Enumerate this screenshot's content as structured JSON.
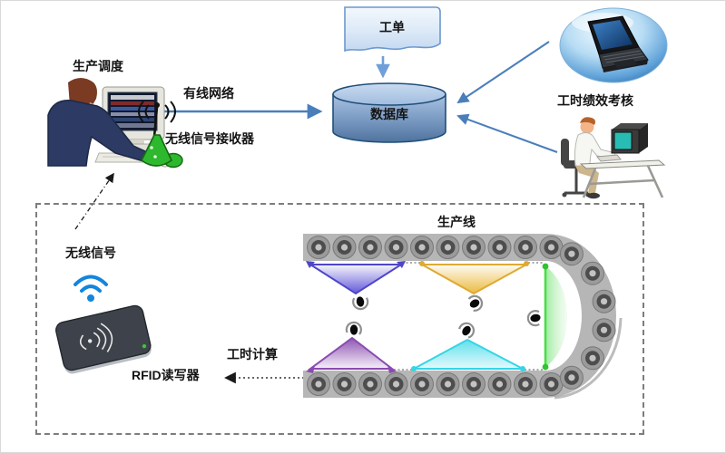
{
  "labels": {
    "work_order": "工单",
    "database": "数据库",
    "production_scheduling": "生产调度",
    "wired_network": "有线网络",
    "wireless_receiver": "无线信号接收器",
    "performance_assessment": "工时绩效考核",
    "production_line": "生产线",
    "wireless_signal": "无线信号",
    "work_hour_calculation": "工时计算",
    "rfid_reader": "RFID读写器"
  },
  "icons": {
    "wifi_icon": "three blue arcs with dot",
    "antenna_icon": "green cone receiver with signal waves",
    "laptop_icon": "laptop in glossy blue sphere",
    "database_icon": "blue cylinder",
    "document_icon": "sheet with wavy bottom edge",
    "operator_icon": "worker at CRT computer",
    "assessor_icon": "clerk seated at desk computer",
    "rfid_device_icon": "dark RFID reader pad",
    "worker_icon": "top-view head with shoulder arc"
  },
  "colors": {
    "arrow_blue": "#4a7ebb",
    "database_blue": "#7c9cc4",
    "antenna_green": "#2eb82e",
    "wifi_blue": "#1385dd",
    "conveyor_gray": "#b6b6b6",
    "zone_indigo": "#5b50d6",
    "zone_gold": "#ddaa33",
    "zone_green": "#3ecf3e",
    "zone_purple": "#8a4bb0",
    "zone_cyan": "#35d5e5"
  },
  "counts": {
    "line_workers": 5,
    "work_zones": 5
  }
}
